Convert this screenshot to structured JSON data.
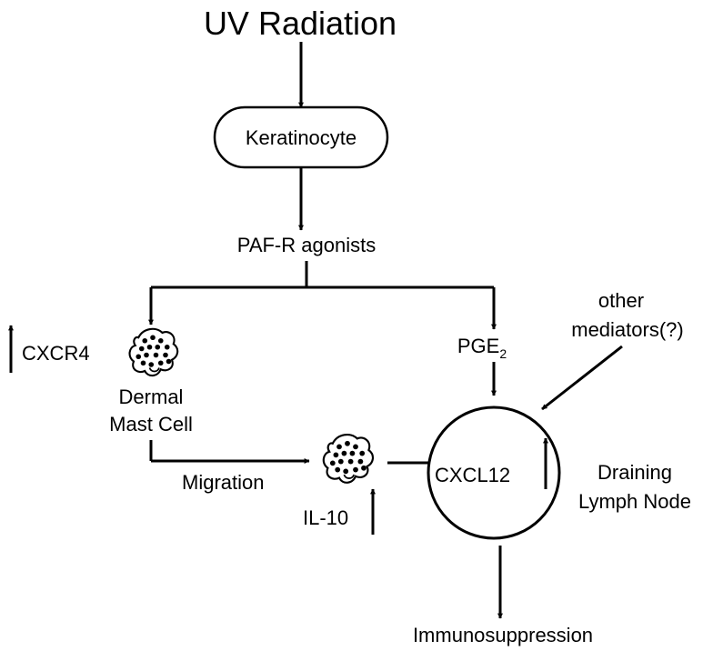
{
  "diagram": {
    "source": "UV Radiation",
    "cell": "Keratinocyte",
    "agonists": "PAF-R agonists",
    "receptor": "CXCR4",
    "mast_cell_line1": "Dermal",
    "mast_cell_line2": "Mast Cell",
    "prostaglandin": {
      "base": "PGE",
      "sub": "2"
    },
    "other_line1": "other",
    "other_line2": "mediators(?)",
    "chemokine": "CXCL12",
    "node_line1": "Draining",
    "node_line2": "Lymph Node",
    "migration": "Migration",
    "cytokine": "IL-10",
    "outcome": "Immunosuppression"
  },
  "colors": {
    "stroke": "#000000",
    "background": "#ffffff"
  },
  "icons": [
    "down-arrow-icon",
    "up-arrow-icon",
    "mast-cell-icon"
  ]
}
